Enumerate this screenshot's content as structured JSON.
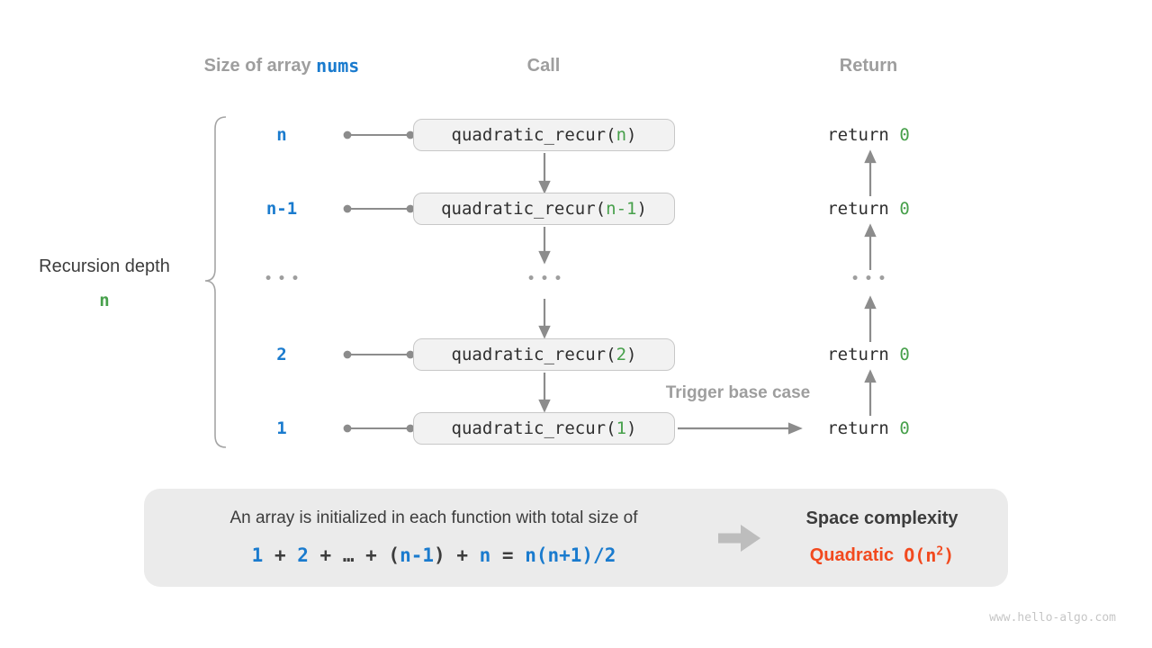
{
  "headers": {
    "size_prefix": "Size of array ",
    "size_code": "nums",
    "call": "Call",
    "return": "Return"
  },
  "left_annotation": {
    "label": "Recursion depth",
    "value": "n"
  },
  "calls": {
    "fn": "quadratic_recur",
    "open": "(",
    "close": ")"
  },
  "rows": [
    {
      "size": "n",
      "arg": "n",
      "ret_kw": "return ",
      "ret_val": "0"
    },
    {
      "size": "n-1",
      "arg": "n-1",
      "ret_kw": "return ",
      "ret_val": "0"
    },
    {
      "size": "2",
      "arg": "2",
      "ret_kw": "return ",
      "ret_val": "0"
    },
    {
      "size": "1",
      "arg": "1",
      "ret_kw": "return ",
      "ret_val": "0"
    }
  ],
  "ellipsis": "•••",
  "labels": {
    "trigger_base_case": "Trigger base case"
  },
  "panel": {
    "caption": "An array is initialized in each function with total size of",
    "formula": {
      "t0": "1",
      "t1": " + ",
      "t2": "2",
      "t3": " + ",
      "t4": "…",
      "t5": " + ",
      "t6": "(",
      "t7": "n-1",
      "t8": ")",
      "t9": " + ",
      "t10": "n",
      "t11": " = ",
      "t12": "n(n+1)/2"
    },
    "result_title": "Space complexity",
    "result_label": "Quadratic",
    "big_o_prefix": "O(n",
    "big_o_sup": "2",
    "big_o_suffix": ")"
  },
  "watermark": "www.hello-algo.com",
  "colors": {
    "blue": "#1a7bce",
    "green": "#47a04b",
    "orange": "#f2491e",
    "heading_gray": "#9e9e9e",
    "arrow_gray": "#8c8c8c",
    "box_fill": "#f2f2f2",
    "box_border": "#c8c8c8",
    "panel_fill": "#ebebeb"
  }
}
